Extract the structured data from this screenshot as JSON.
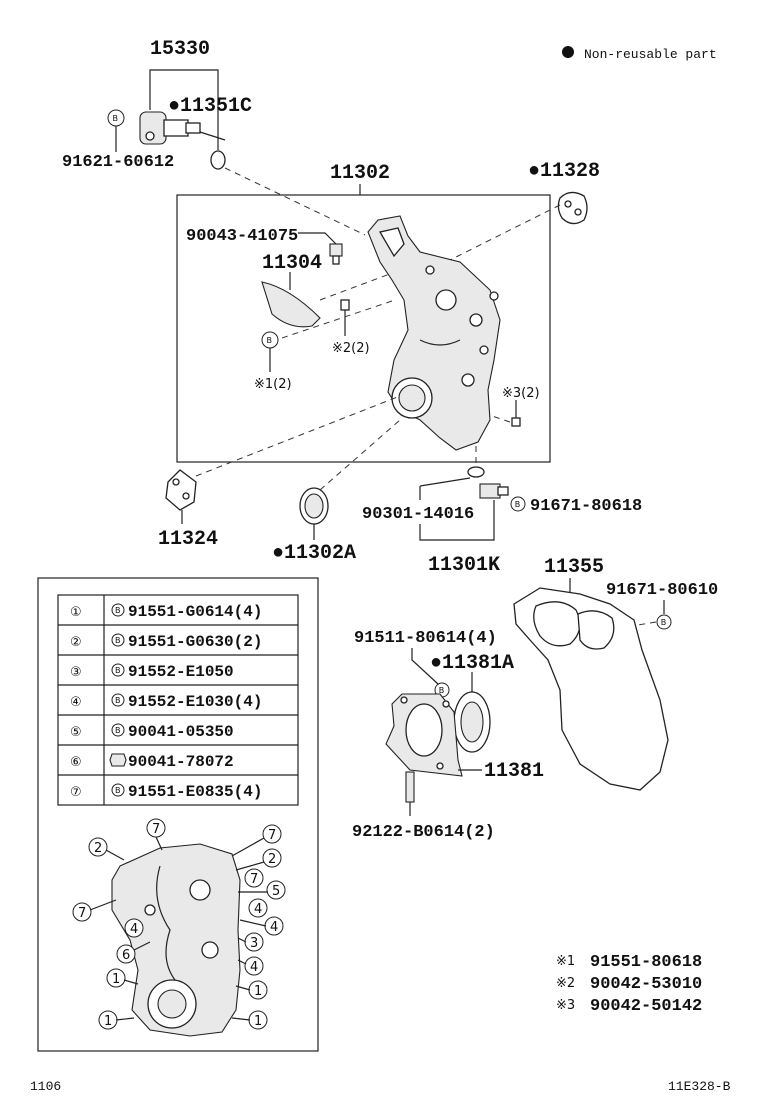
{
  "legend": {
    "non_reusable": "Non-reusable part"
  },
  "callouts": {
    "c15330": "15330",
    "c11351C": "●11351C",
    "c91621": "91621-60612",
    "c11302": "11302",
    "c11328": "●11328",
    "c90043": "90043-41075",
    "c11304": "11304",
    "cx1": "※1(2)",
    "cx2": "※2(2)",
    "cx3": "※3(2)",
    "c11324": "11324",
    "c11302A": "●11302A",
    "c90301": "90301-14016",
    "c91671_80618": "91671-80618",
    "c11301K": "11301K",
    "c11355": "11355",
    "c91671_80610": "91671-80610",
    "c91511": "91511-80614(4)",
    "c11381A": "●11381A",
    "c11381": "11381",
    "c92122": "92122-B0614(2)"
  },
  "bubble_letter": "B",
  "table": {
    "rows": [
      {
        "num": "①",
        "part": "91551-G0614(4)"
      },
      {
        "num": "②",
        "part": "91551-G0630(2)"
      },
      {
        "num": "③",
        "part": "91552-E1050"
      },
      {
        "num": "④",
        "part": "91552-E1030(4)"
      },
      {
        "num": "⑤",
        "part": "90041-05350"
      },
      {
        "num": "⑥",
        "part": "90041-78072"
      },
      {
        "num": "⑦",
        "part": "91551-E0835(4)"
      }
    ]
  },
  "notes": [
    {
      "mark": "※1",
      "part": "91551-80618"
    },
    {
      "mark": "※2",
      "part": "90042-53010"
    },
    {
      "mark": "※3",
      "part": "90042-50142"
    }
  ],
  "detail_numbers": [
    "1",
    "2",
    "3",
    "4",
    "5",
    "6",
    "7"
  ],
  "footer": {
    "left": "1106",
    "right": "11E328-B"
  }
}
